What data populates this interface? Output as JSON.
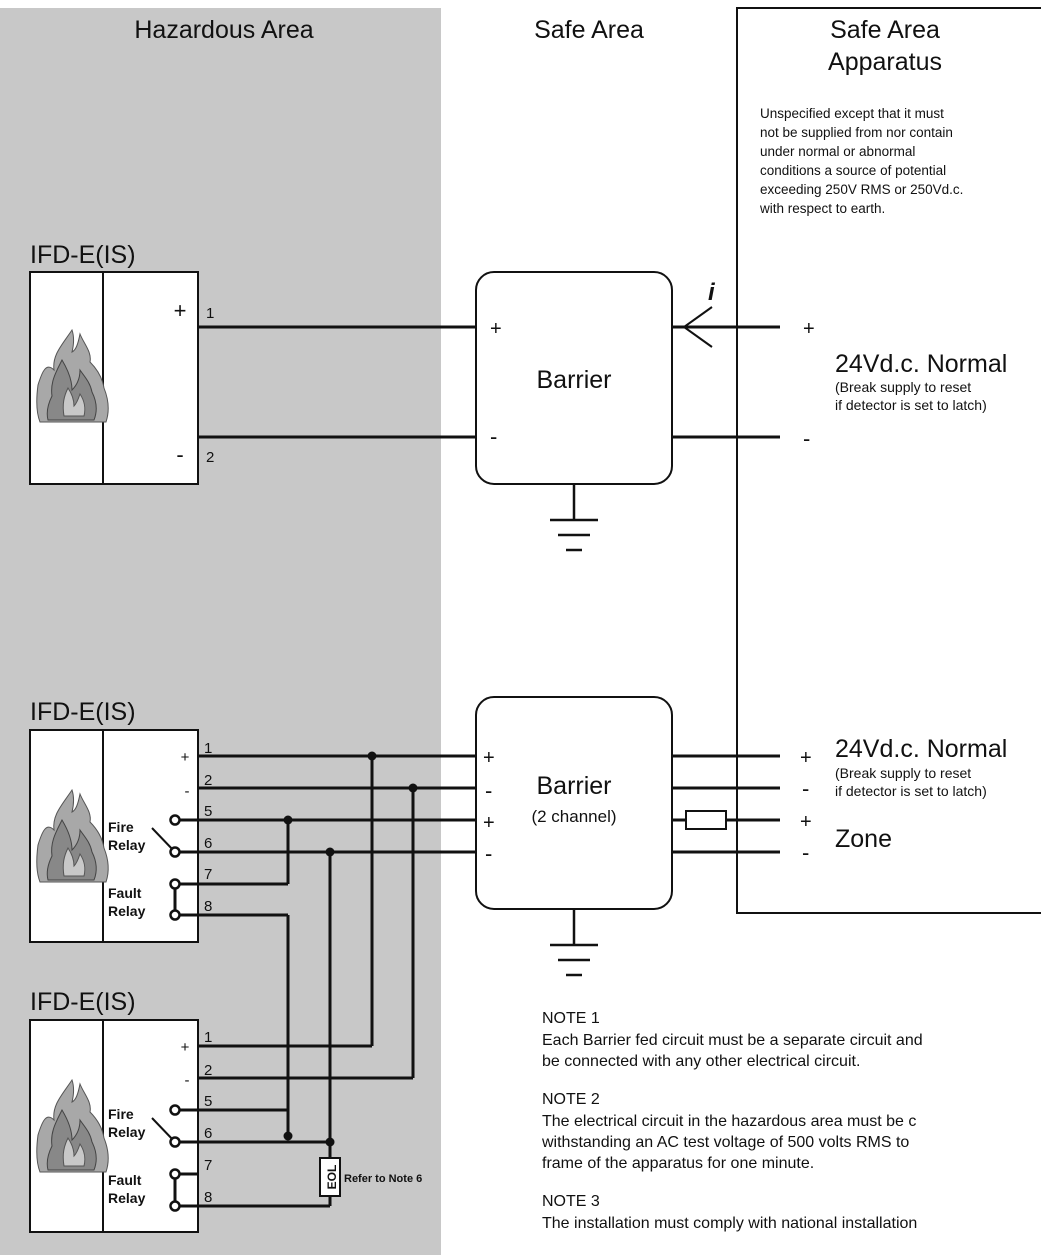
{
  "areas": {
    "hazardous": "Hazardous Area",
    "safe": "Safe Area",
    "apparatus_line1": "Safe Area",
    "apparatus_line2": "Apparatus"
  },
  "apparatus_note": [
    "Unspecified except that it must",
    "not be supplied from nor contain",
    "under normal or abnormal",
    "conditions a source of potential",
    "exceeding 250V RMS or 250Vd.c.",
    "with respect to earth."
  ],
  "detectors": {
    "d1": {
      "title": "IFD-E(IS)",
      "plus": "+",
      "minus": "-",
      "t1": "1",
      "t2": "2"
    },
    "d2": {
      "title": "IFD-E(IS)",
      "plus": "+",
      "minus": "-",
      "fire1": "Fire",
      "fire2": "Relay",
      "fault1": "Fault",
      "fault2": "Relay",
      "terminals": [
        "1",
        "2",
        "5",
        "6",
        "7",
        "8"
      ]
    },
    "d3": {
      "title": "IFD-E(IS)",
      "plus": "+",
      "minus": "-",
      "fire1": "Fire",
      "fire2": "Relay",
      "fault1": "Fault",
      "fault2": "Relay",
      "terminals": [
        "1",
        "2",
        "5",
        "6",
        "7",
        "8"
      ]
    }
  },
  "barrier1": {
    "label": "Barrier",
    "plus": "+",
    "minus": "-"
  },
  "barrier2": {
    "label": "Barrier",
    "sub": "(2 channel)",
    "p1": "+",
    "m1": "-",
    "p2": "+",
    "m2": "-"
  },
  "current_symbol": "i",
  "supply1": {
    "plus": "+",
    "minus": "-",
    "title": "24Vd.c. Normal",
    "note1": "(Break supply to reset",
    "note2": "if detector is set to latch)"
  },
  "supply2": {
    "plus": "+",
    "minus": "-",
    "zplus": "+",
    "zminus": "-",
    "title": "24Vd.c. Normal",
    "note1": "(Break supply to reset",
    "note2": "if detector is set to latch)",
    "zone": "Zone"
  },
  "eol": {
    "label": "EOL",
    "ref": "Refer to Note 6"
  },
  "notes": [
    {
      "title": "NOTE 1",
      "lines": [
        "Each Barrier fed circuit must be a separate circuit and",
        "be connected with any other electrical circuit."
      ]
    },
    {
      "title": "NOTE 2",
      "lines": [
        "The electrical circuit in the hazardous area must be c",
        "withstanding an AC test voltage of 500 volts RMS to",
        "frame of the apparatus for one minute."
      ]
    },
    {
      "title": "NOTE 3",
      "lines": [
        "The installation must comply with national installation"
      ]
    }
  ]
}
